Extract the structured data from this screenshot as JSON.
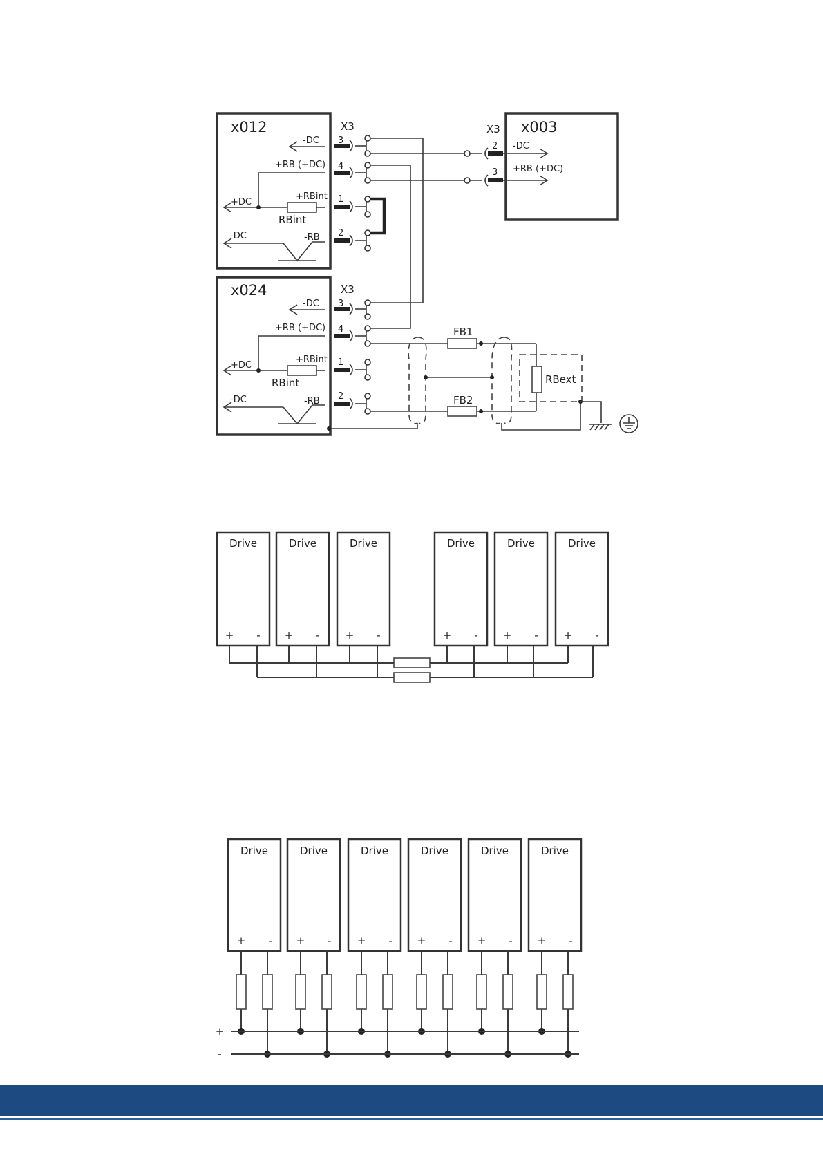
{
  "fig1": {
    "box_a": {
      "title": "x012"
    },
    "box_b": {
      "title": "x003"
    },
    "box_c": {
      "title": "x024"
    },
    "x3": "X3",
    "neg_dc": "-DC",
    "pos_dc": "+DC",
    "rb_dc": "+RB (+DC)",
    "rbint_plus": "+RBint",
    "rbint": "RBint",
    "neg_rb": "-RB",
    "pins": [
      "1",
      "2",
      "3",
      "4"
    ],
    "fb1": "FB1",
    "fb2": "FB2",
    "rbext": "RBext"
  },
  "fig2": {
    "drive_label": "Drive",
    "plus": "+",
    "minus": "-"
  },
  "fig3": {
    "drive_label": "Drive",
    "plus": "+",
    "minus": "-",
    "bus_plus": "+",
    "bus_minus": "-"
  },
  "colors": {
    "footer": "#1e4a82",
    "footer_rule": "#2f5f9e"
  }
}
